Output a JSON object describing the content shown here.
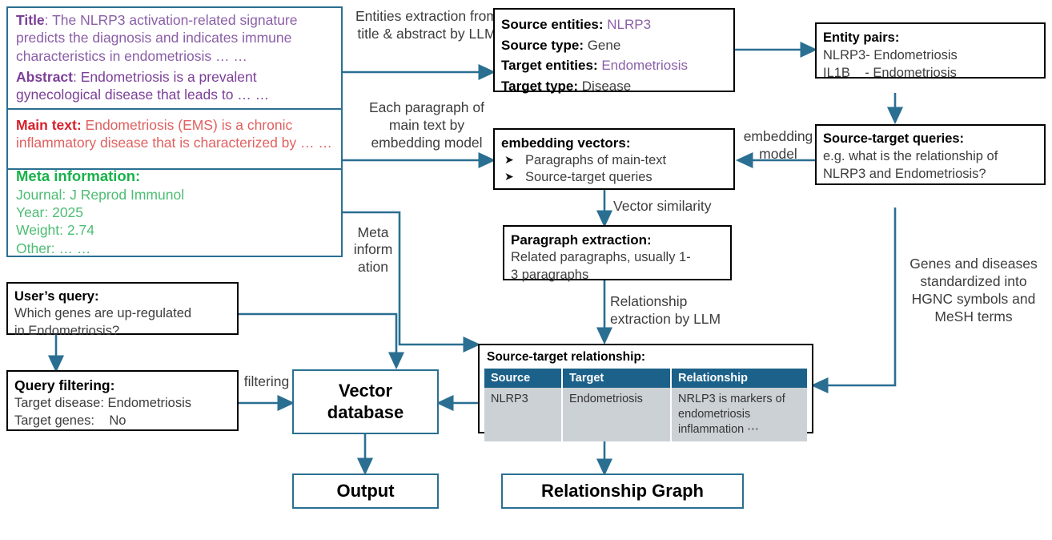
{
  "diagram": {
    "title": "LLM-based literature knowledge extraction pipeline",
    "accent_blue": "#2a6f91",
    "table_header_blue": "#1c6189",
    "table_cell_grey": "#ccd1d6"
  },
  "paper_box": {
    "title_label": "Title",
    "title_text": ": The NLRP3 activation-related signature predicts the diagnosis and indicates immune characteristics in endometriosis … …",
    "abstract_label": "Abstract",
    "abstract_text": ": Endometriosis  is a prevalent gynecological disease that leads to … …",
    "maintext_label": "Main text:",
    "maintext_text": " Endometriosis (EMS) is a chronic inflammatory disease that is characterized by … …",
    "meta_label": "Meta information:",
    "meta_lines": [
      "Journal: J Reprod Immunol",
      "Year: 2025",
      "Weight: 2.74",
      "Other: … …"
    ]
  },
  "entities_box": {
    "rows": [
      {
        "label": "Source entities",
        "sep": ": ",
        "value": "NLRP3",
        "value_style": "purple"
      },
      {
        "label": "Source type",
        "sep": ": ",
        "value": "Gene",
        "value_style": "grey"
      },
      {
        "label": "Target entities",
        "sep": ": ",
        "value": "Endometriosis",
        "value_style": "purple"
      },
      {
        "label": "Target type",
        "sep": ": ",
        "value": "Disease",
        "value_style": "grey"
      }
    ]
  },
  "entity_pairs_box": {
    "heading": "Entity pairs:",
    "lines": [
      "NLRP3- Endometriosis",
      "IL1B    - Endometriosis"
    ]
  },
  "embedding_box": {
    "heading": "embedding vectors:",
    "bullets": [
      "Paragraphs of main-text",
      "Source-target queries"
    ]
  },
  "queries_box": {
    "heading": "Source-target queries:",
    "lines": [
      "e.g. what is the relationship of",
      "NLRP3 and Endometriosis?"
    ]
  },
  "paragraph_box": {
    "heading": "Paragraph extraction:",
    "lines": [
      "Related paragraphs, usually 1-",
      "3 paragraphs"
    ]
  },
  "user_query_box": {
    "heading": "User’s query:",
    "lines": [
      "Which genes are up-regulated",
      "in Endometriosis?"
    ]
  },
  "query_filtering_box": {
    "heading": "Query filtering:",
    "lines": [
      "Target disease: Endometriosis",
      "Target genes:    No"
    ]
  },
  "vector_db_box": {
    "lines": [
      "Vector",
      "database"
    ]
  },
  "output_box": {
    "label": "Output"
  },
  "relationship_graph_box": {
    "label": "Relationship Graph"
  },
  "relationship_table": {
    "heading": "Source-target relationship:",
    "columns": [
      "Source",
      "Target",
      "Relationship"
    ],
    "rows": [
      [
        "NLRP3",
        "Endometriosis",
        "NRLP3 is markers of endometriosis inflammation ⋯"
      ]
    ]
  },
  "edge_labels": {
    "entities_extraction": "Entities extraction from title & abstract by LLM",
    "each_paragraph": "Each paragraph of main text by embedding model",
    "embedding_model": "embedding model",
    "vector_similarity": "Vector similarity",
    "meta_information": "Meta inform ation",
    "relationship_extraction": "Relationship extraction by LLM",
    "filtering": "filtering",
    "standardization": "Genes and diseases standardized into HGNC symbols and MeSH terms"
  }
}
